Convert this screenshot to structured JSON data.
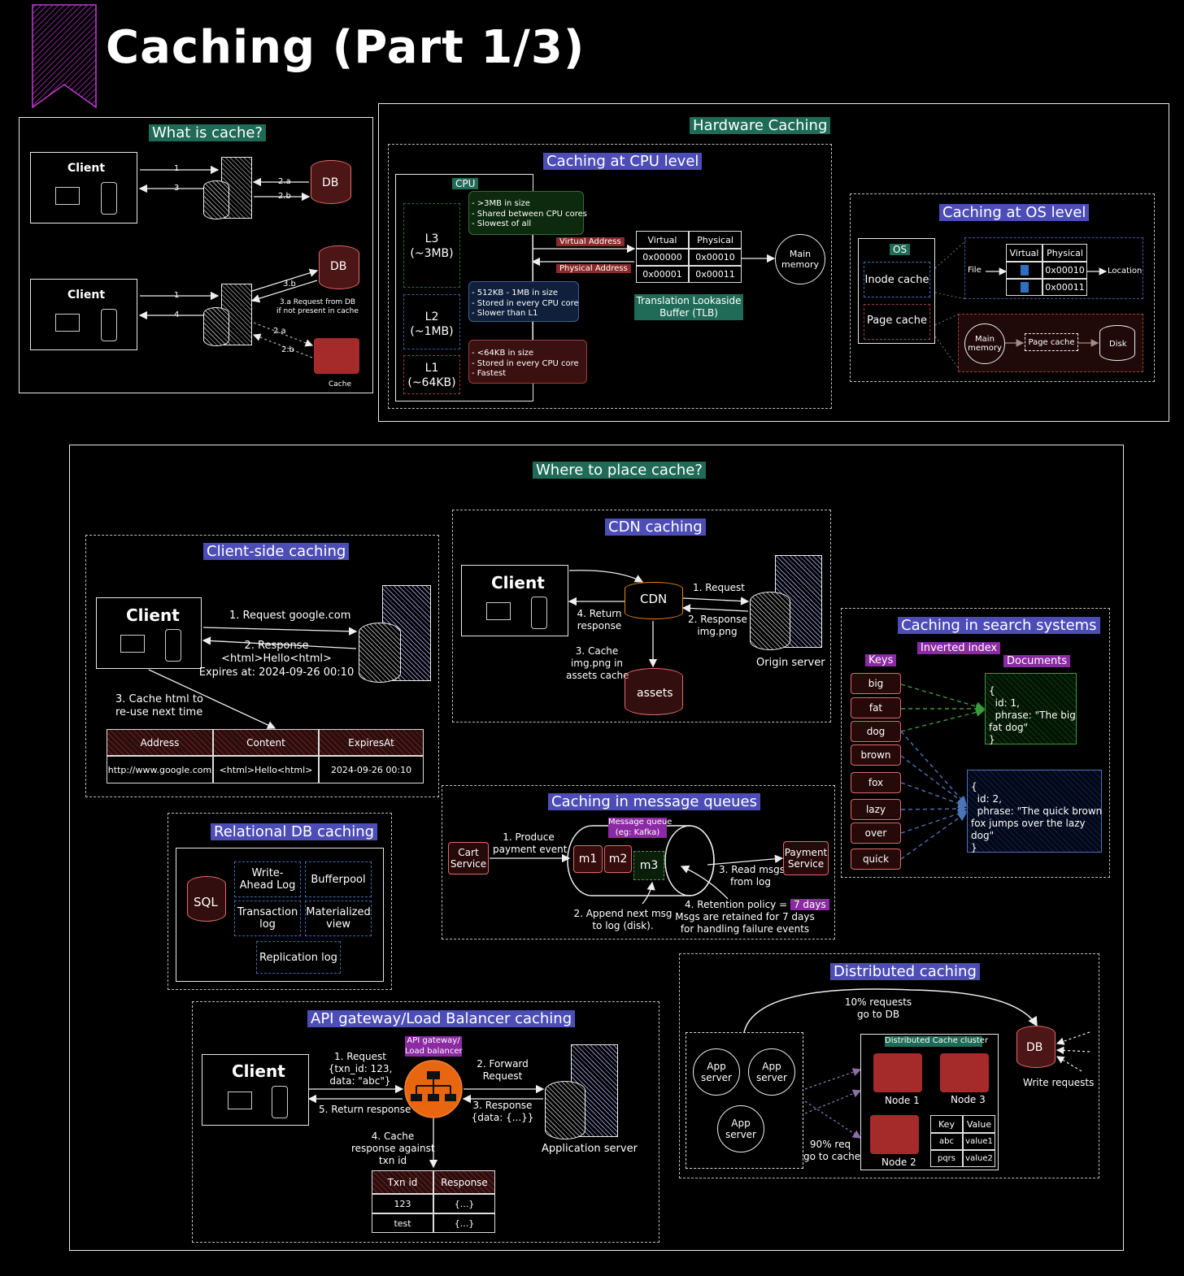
{
  "title": "Caching (Part 1/3)",
  "what_is_cache": {
    "title": "What is cache?",
    "client": "Client",
    "db": "DB",
    "cache": "Cache",
    "steps_top": [
      "1",
      "3",
      "2.a",
      "2.b"
    ],
    "steps_bottom": [
      "1",
      "4",
      "3.b",
      "2.a",
      "2.b"
    ],
    "note": "3.a Request from DB\nif not present in cache"
  },
  "hardware": {
    "title": "Hardware Caching",
    "cpu_level": {
      "title": "Caching at CPU level",
      "cpu_label": "CPU",
      "l3": "L3\n(~3MB)",
      "l2": "L2\n(~1MB)",
      "l1": "L1\n(~64KB)",
      "l3_note": "- >3MB in size\n- Shared between CPU cores\n- Slowest of all",
      "l2_note": "- 512KB - 1MB in size\n- Stored in every CPU core\n- Slower than L1",
      "l1_note": "- <64KB in size\n- Stored in every CPU core\n- Fastest",
      "virtual_address": "Virtual Address",
      "physical_address": "Physical Address",
      "tlb_headers": [
        "Virtual",
        "Physical"
      ],
      "tlb_rows": [
        [
          "0x00000",
          "0x00010"
        ],
        [
          "0x00001",
          "0x00011"
        ]
      ],
      "tlb_label": "Translation Lookaside\nBuffer (TLB)",
      "main_memory": "Main\nmemory"
    },
    "os_level": {
      "title": "Caching at OS level",
      "os_label": "OS",
      "inode_cache": "Inode cache",
      "page_cache": "Page cache",
      "file": "File",
      "headers": [
        "Virtual",
        "Physical"
      ],
      "physical_values": [
        "0x00010",
        "0x00011"
      ],
      "location": "Location",
      "main_memory": "Main\nmemory",
      "page_cache_small": "Page cache",
      "disk": "Disk"
    }
  },
  "where": {
    "title": "Where to place cache?",
    "client_side": {
      "title": "Client-side caching",
      "client": "Client",
      "request": "1. Request google.com",
      "response": "2. Response\n<html>Hello<html>\nExpires at: 2024-09-26 00:10",
      "cache_note": "3. Cache html to\nre-use next time",
      "headers": [
        "Address",
        "Content",
        "ExpiresAt"
      ],
      "row": [
        "http://www.google.com",
        "<html>Hello<html>",
        "2024-09-26 00:10"
      ]
    },
    "cdn": {
      "title": "CDN caching",
      "client": "Client",
      "cdn": "CDN",
      "request": "1. Request",
      "response": "2. Response\nimg.png",
      "return": "4. Return\nresponse",
      "cache": "3. Cache\nimg.png in\nassets cache",
      "assets": "assets",
      "origin": "Origin server"
    },
    "search": {
      "title": "Caching in search systems",
      "inverted_index": "Inverted index",
      "keys_label": "Keys",
      "documents_label": "Documents",
      "keys": [
        "big",
        "fat",
        "dog",
        "brown",
        "fox",
        "lazy",
        "over",
        "quick"
      ],
      "doc1": "{\n  id: 1,\n  phrase: \"The big\nfat dog\"\n}",
      "doc2": "{\n  id: 2,\n  phrase: \"The quick brown\nfox jumps over the lazy\ndog\"\n}"
    },
    "mq": {
      "title": "Caching in message queues",
      "cart": "Cart\nService",
      "produce": "1. Produce\npayment event",
      "queue_label": "Message queue\n(eg: Kafka)",
      "msgs": [
        "m1",
        "m2",
        "m3"
      ],
      "append": "2. Append next msg\nto log (disk).",
      "read": "3. Read msgs\nfrom log",
      "payment": "Payment\nService",
      "retention_prefix": "4. Retention policy = ",
      "retention_days": "7 days",
      "retention_note": "Msgs are retained for 7 days\nfor handling failure events"
    },
    "relational": {
      "title": "Relational DB caching",
      "sql": "SQL",
      "items": [
        "Write-\nAhead Log",
        "Bufferpool",
        "Transaction\nlog",
        "Materialized\nview",
        "Replication log"
      ]
    },
    "api_gateway": {
      "title": "API gateway/Load Balancer caching",
      "client": "Client",
      "gateway_label": "API gateway/\nLoad balancer",
      "request": "1. Request\n{txn_id: 123,\ndata: \"abc\"}",
      "forward": "2. Forward\nRequest",
      "response": "3. Response\n{data: {...}}",
      "return": "5. Return response",
      "cache": "4. Cache\nresponse against\ntxn id",
      "app_server": "Application server",
      "headers": [
        "Txn id",
        "Response"
      ],
      "rows": [
        [
          "123",
          "{...}"
        ],
        [
          "test",
          "{...}"
        ]
      ]
    },
    "distributed": {
      "title": "Distributed caching",
      "db_note": "10% requests\ngo to DB",
      "cluster_label": "Distributed Cache cluster",
      "app_server": "App\nserver",
      "nodes": [
        "Node 1",
        "Node 3",
        "Node 2"
      ],
      "cache_note": "90% req\ngo to cache",
      "db": "DB",
      "write_requests": "Write requests",
      "kv_headers": [
        "Key",
        "Value"
      ],
      "kv_rows": [
        [
          "abc",
          "value1"
        ],
        [
          "pqrs",
          "value2"
        ]
      ]
    }
  }
}
